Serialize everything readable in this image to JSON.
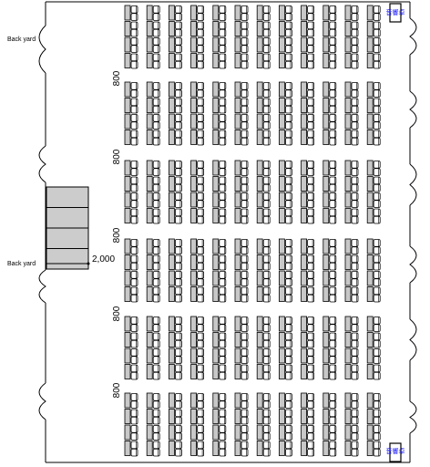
{
  "labels": {
    "back_yard_top": "Back yard",
    "back_yard_bottom": "Back yard",
    "dim_aisle": "2,000",
    "dim_gaps": [
      "800",
      "800",
      "800",
      "800",
      "800"
    ],
    "corner_top": "音響卓",
    "corner_bottom": "音響卓"
  },
  "seating": {
    "columns": 12,
    "blocks": 6,
    "rows_per_block": 4,
    "chairs_per_row": 2
  },
  "stage_panels": 4,
  "colors": {
    "line": "#000000",
    "table_fill": "#c8c8c8",
    "stage_fill": "#cccccc",
    "accent": "#1a1aff"
  }
}
